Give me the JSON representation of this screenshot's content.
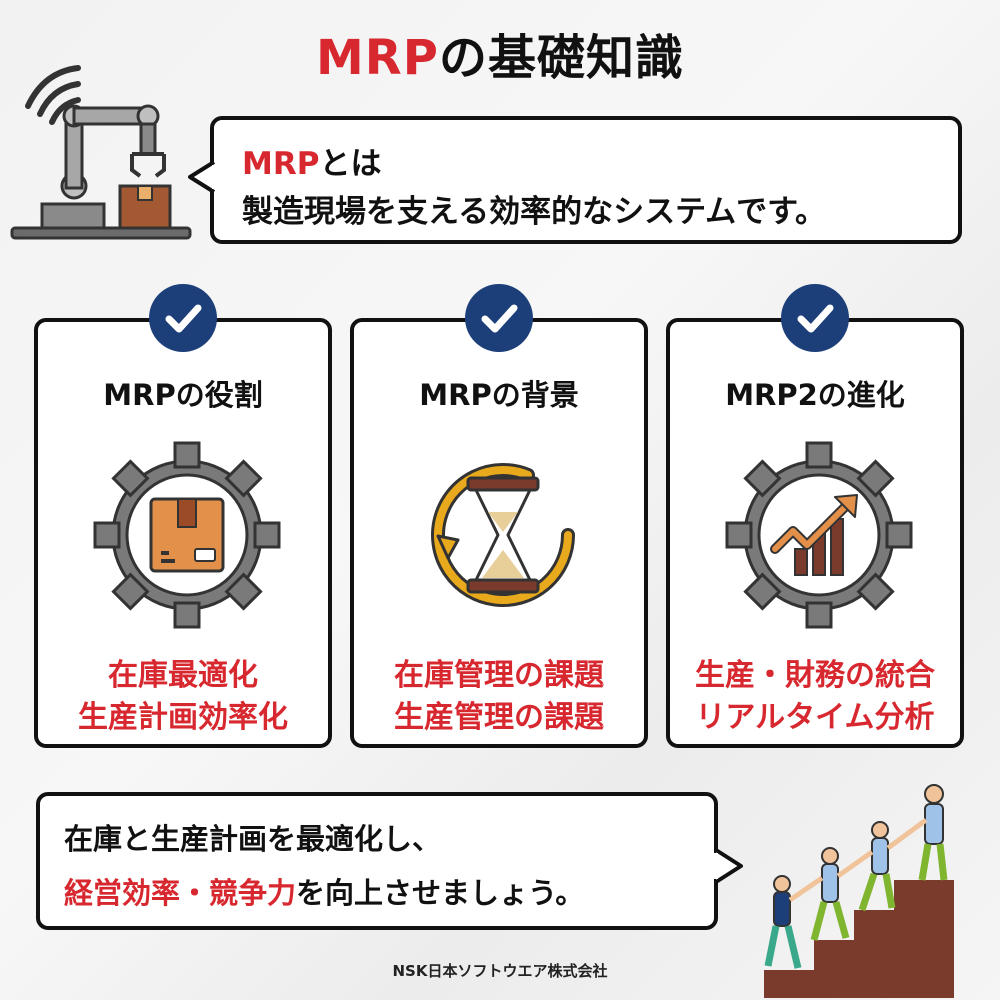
{
  "title": {
    "accent": "MRP",
    "rest": "の基礎知識"
  },
  "intro": {
    "line1_accent": "MRP",
    "line1_rest": "とは",
    "line2": "製造現場を支える効率的なシステムです。"
  },
  "cards": [
    {
      "heading": "MRPの役割",
      "icon": "box-in-gear-icon",
      "notes": [
        "在庫最適化",
        "生産計画効率化"
      ]
    },
    {
      "heading": "MRPの背景",
      "icon": "hourglass-cycle-icon",
      "notes": [
        "在庫管理の課題",
        "生産管理の課題"
      ]
    },
    {
      "heading": "MRP2の進化",
      "icon": "growth-chart-gear-icon",
      "notes": [
        "生産・財務の統合",
        "リアルタイム分析"
      ]
    }
  ],
  "summary": {
    "line1": "在庫と生産計画を最適化し、",
    "line2_accent": "経営効率・競争力",
    "line2_rest": "を向上させましょう。"
  },
  "footer": "NSK日本ソフトウエア株式会社",
  "colors": {
    "accent": "#d8282f",
    "check_badge": "#1c3f7a",
    "gear": "#6e6e6e",
    "box": "#e2904a",
    "hourglass_ring": "#e9a91c",
    "stairs": "#7a3a2c"
  }
}
